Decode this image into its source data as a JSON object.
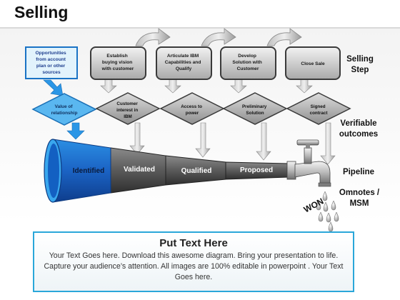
{
  "title": "Selling",
  "steps": [
    {
      "lines": [
        "Opportunities",
        "from account",
        "plan or other",
        "sources"
      ]
    },
    {
      "lines": [
        "Establish",
        "buying vision",
        "with customer"
      ]
    },
    {
      "lines": [
        "Articulate IBM",
        "Capabilities and",
        "Qualify"
      ]
    },
    {
      "lines": [
        "Develop",
        "Solution with",
        "Customer"
      ]
    },
    {
      "lines": [
        "Close Sale"
      ]
    }
  ],
  "outcomes": [
    {
      "lines": [
        "Value of",
        "relationship"
      ]
    },
    {
      "lines": [
        "Customer",
        "interest in",
        "IBM"
      ]
    },
    {
      "lines": [
        "Access to",
        "power"
      ]
    },
    {
      "lines": [
        "Preliminary",
        "Solution"
      ]
    },
    {
      "lines": [
        "Signed",
        "contract"
      ]
    }
  ],
  "pipeline_stages": [
    "Identified",
    "Validated",
    "Qualified",
    "Proposed"
  ],
  "labels": {
    "selling_step": [
      "Selling",
      "Step"
    ],
    "verifiable_outcomes": [
      "Verifiable",
      "outcomes"
    ],
    "pipeline": "Pipeline",
    "omnotes": [
      "Omnotes /",
      "MSM"
    ],
    "won": "WON"
  },
  "footer": {
    "title": "Put Text Here",
    "body": "Your Text Goes here. Download this awesome diagram. Bring your presentation to life. Capture your audience’s attention. All images are 100% editable in powerpoint . Your Text Goes here."
  }
}
